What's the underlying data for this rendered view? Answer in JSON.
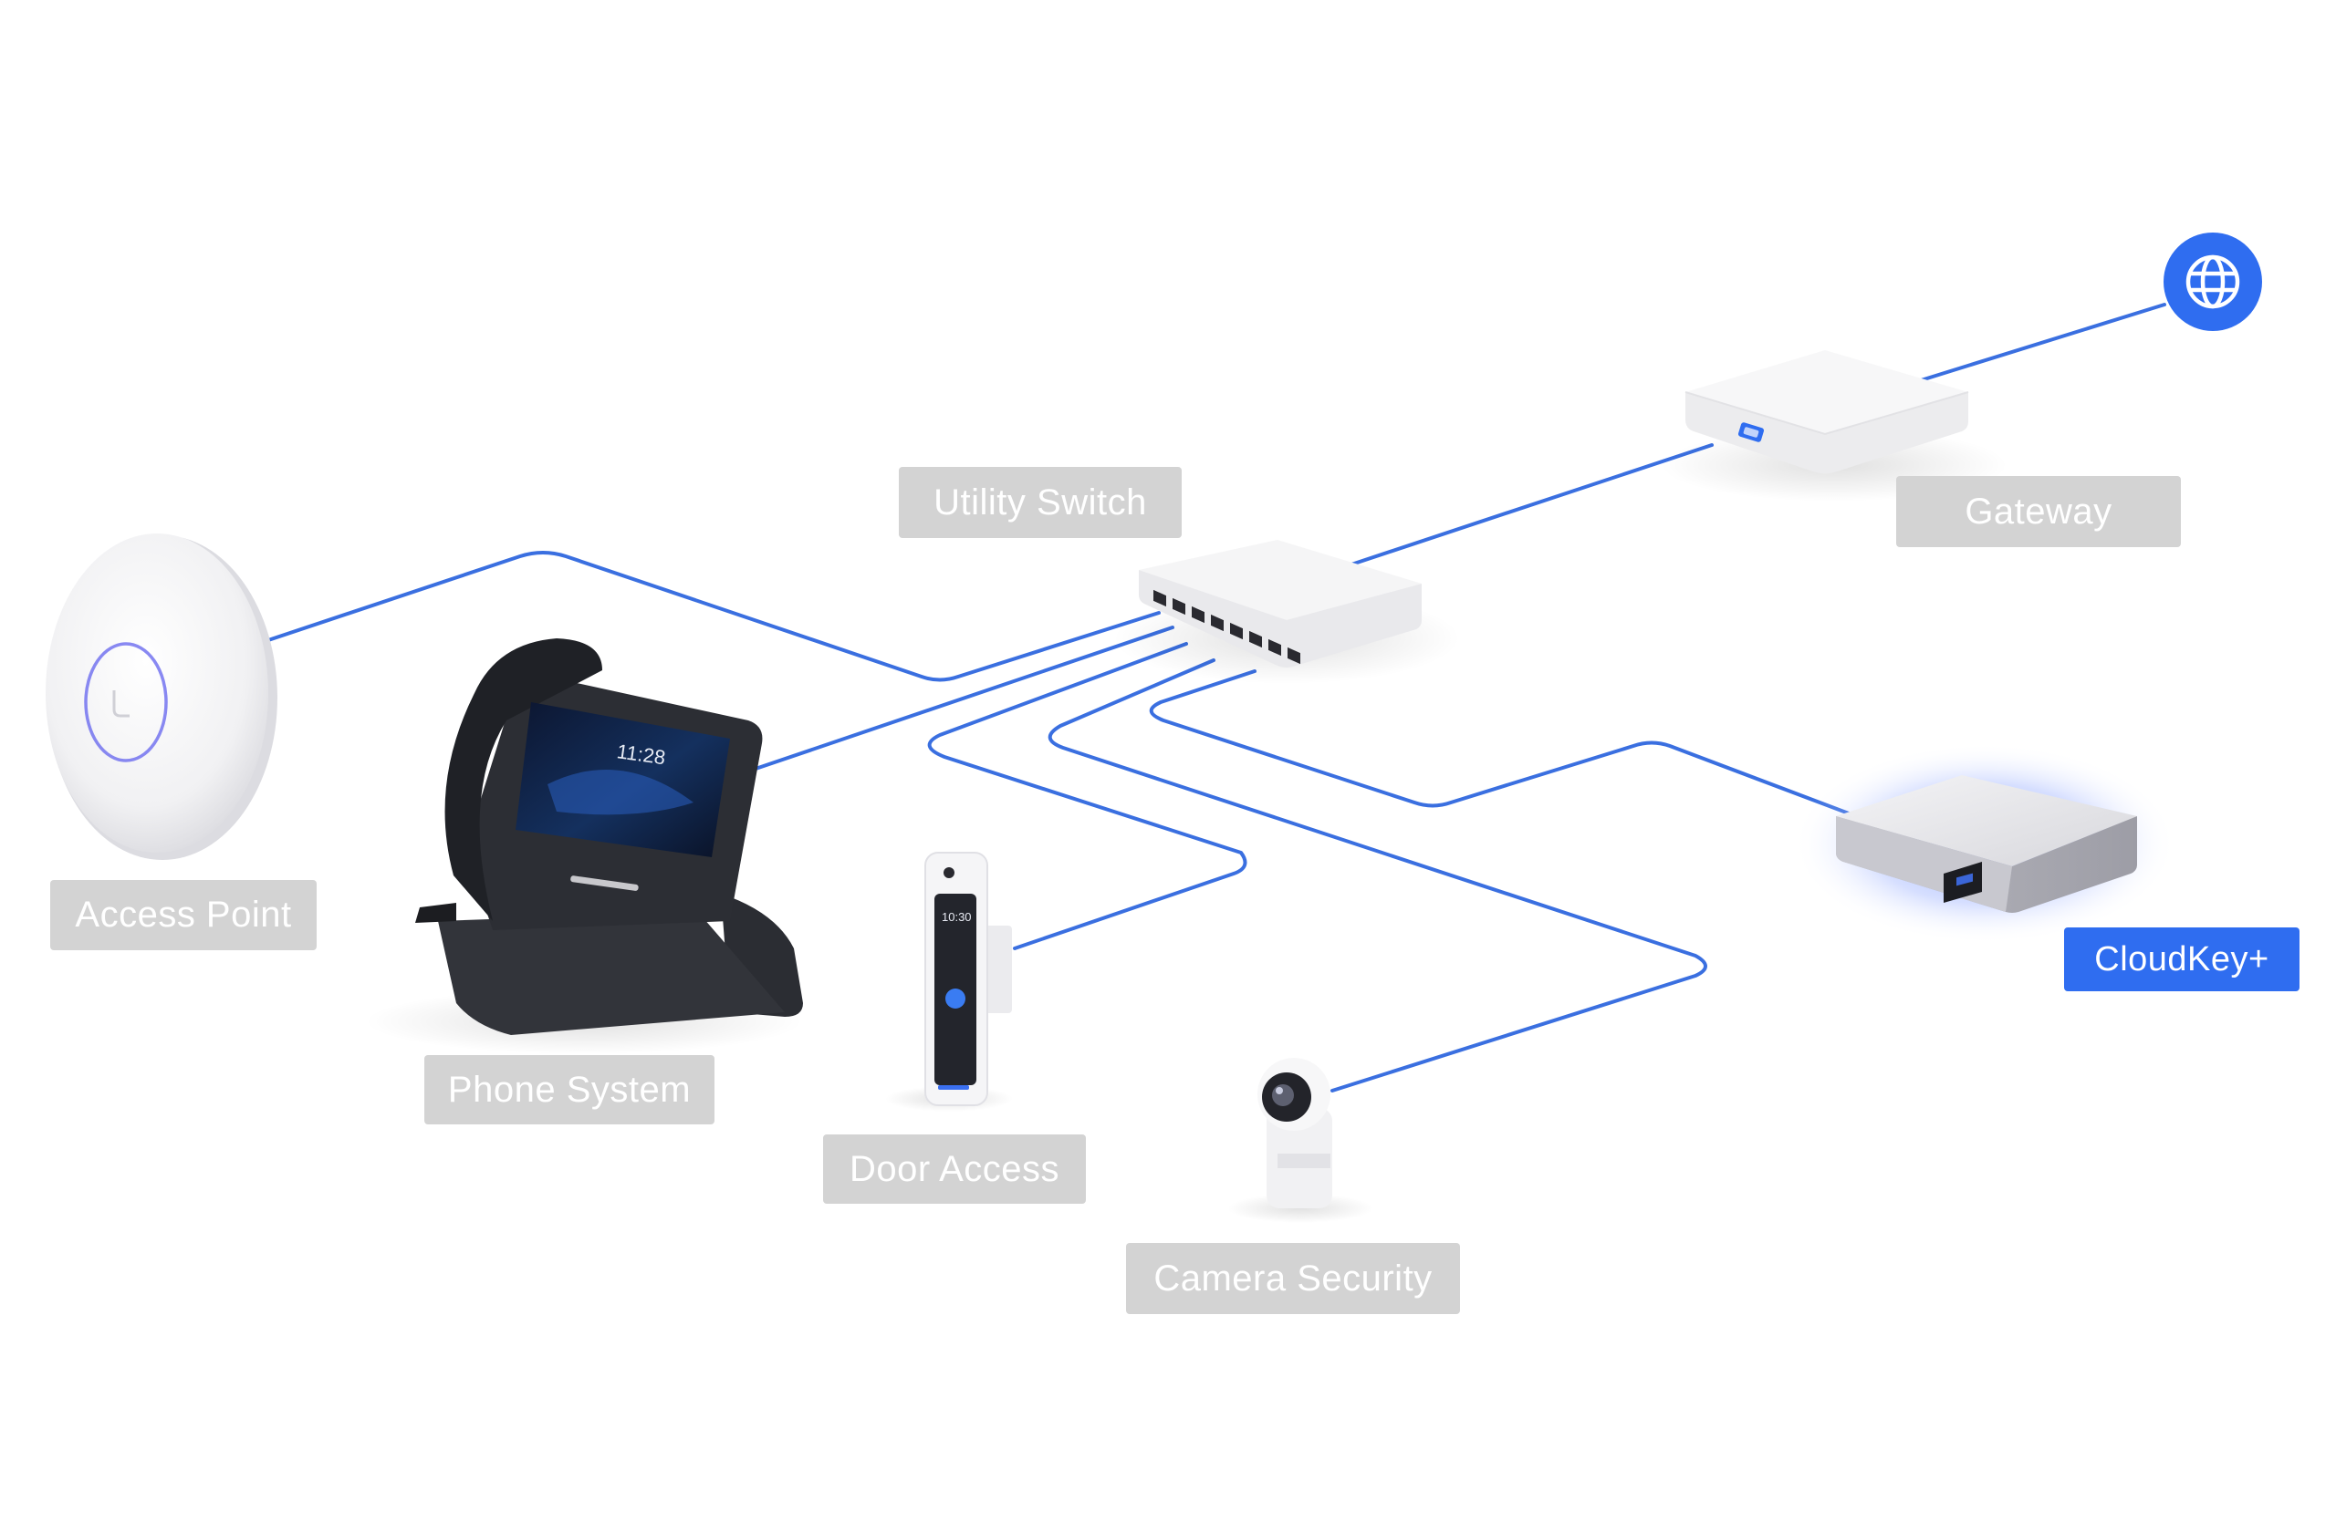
{
  "labels": {
    "utility_switch": "Utility Switch",
    "gateway": "Gateway",
    "access_point": "Access Point",
    "phone_system": "Phone System",
    "door_access": "Door Access",
    "camera_security": "Camera Security",
    "cloudkey": "CloudKey+"
  },
  "device_text": {
    "phone_time": "11:28",
    "door_time": "10:30"
  },
  "colors": {
    "link": "#3a6fe0",
    "tag_bg": "#d3d3d3",
    "tag_active_bg": "#2f6df0",
    "tag_text": "#ffffff"
  },
  "icons": {
    "internet": "globe-icon"
  }
}
